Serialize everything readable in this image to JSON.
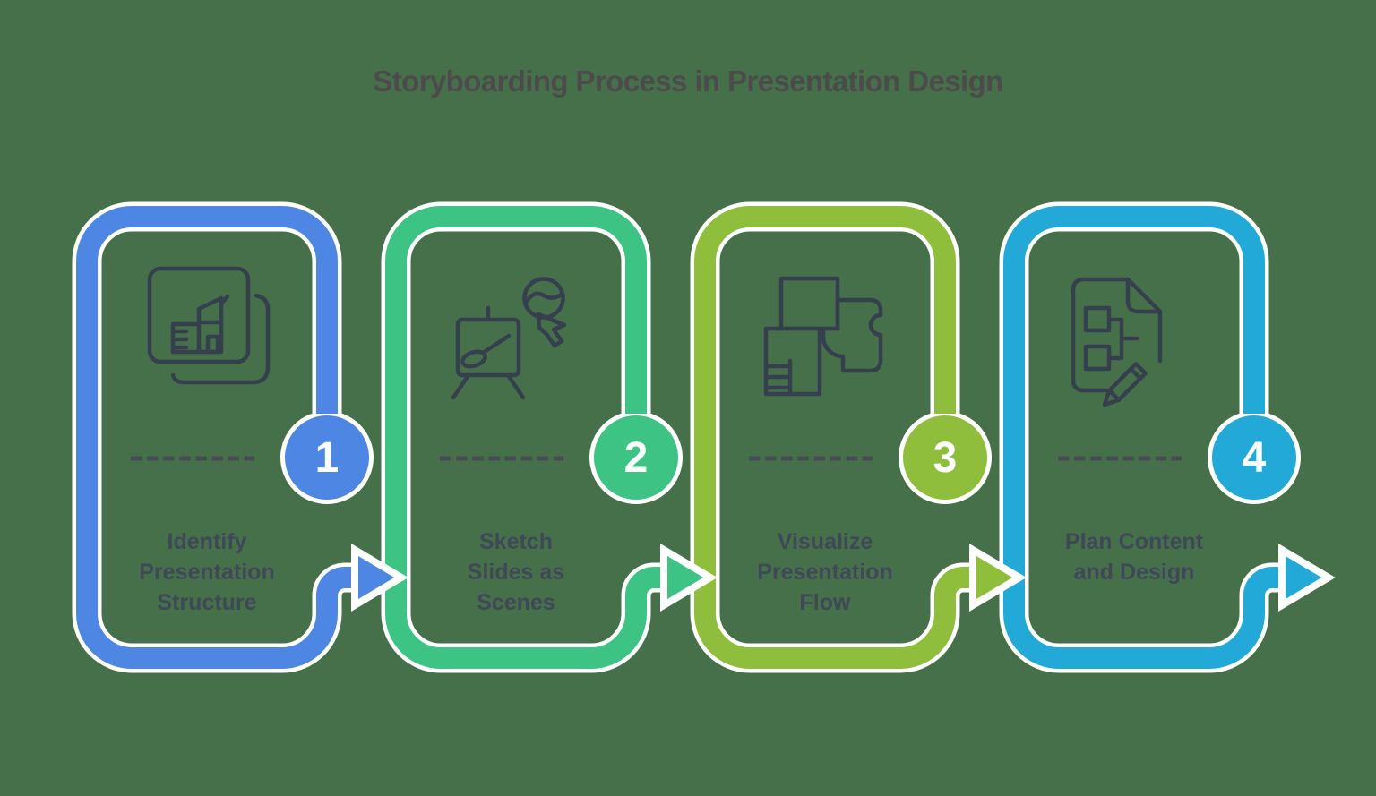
{
  "title": "Storyboarding Process in Presentation Design",
  "steps": [
    {
      "number": "1",
      "label": "Identify\nPresentation\nStructure",
      "color": "#4e86e3",
      "icon": "blueprint-document-icon"
    },
    {
      "number": "2",
      "label": "Sketch\nSlides as\nScenes",
      "color": "#3dc383",
      "icon": "easel-artist-icon"
    },
    {
      "number": "3",
      "label": "Visualize\nPresentation\nFlow",
      "color": "#8fbe3c",
      "icon": "floor-plan-icon"
    },
    {
      "number": "4",
      "label": "Plan Content\nand Design",
      "color": "#22a9d8",
      "icon": "document-pencil-icon"
    }
  ],
  "colors": {
    "background": "#46704a",
    "outline_white": "#ffffff",
    "icon_stroke": "#363f4d",
    "dash": "#474b52",
    "label_text": "#3f4857",
    "title_text": "#4b4b4b"
  }
}
